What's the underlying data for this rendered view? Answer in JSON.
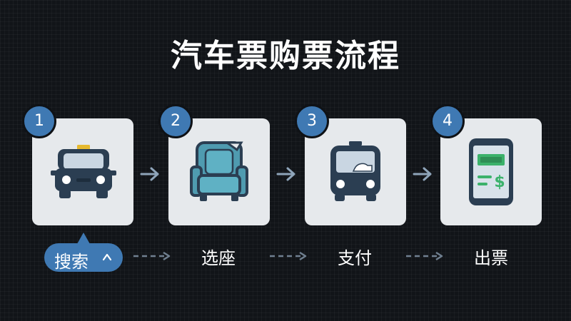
{
  "title": "汽车票购票流程",
  "steps": [
    {
      "number": "1",
      "label": "搜索",
      "icon": "taxi-icon",
      "active": true
    },
    {
      "number": "2",
      "label": "选座",
      "icon": "bus-seat-icon",
      "active": false
    },
    {
      "number": "3",
      "label": "支付",
      "icon": "bus-icon",
      "active": false
    },
    {
      "number": "4",
      "label": "出票",
      "icon": "phone-ticket-icon",
      "active": false
    }
  ],
  "colors": {
    "background": "#111418",
    "card": "#e6e9ec",
    "accent": "#3f79b3",
    "icon_dark": "#2b3e52",
    "icon_teal": "#4f9bb0",
    "ticket_green": "#3bb26b"
  }
}
